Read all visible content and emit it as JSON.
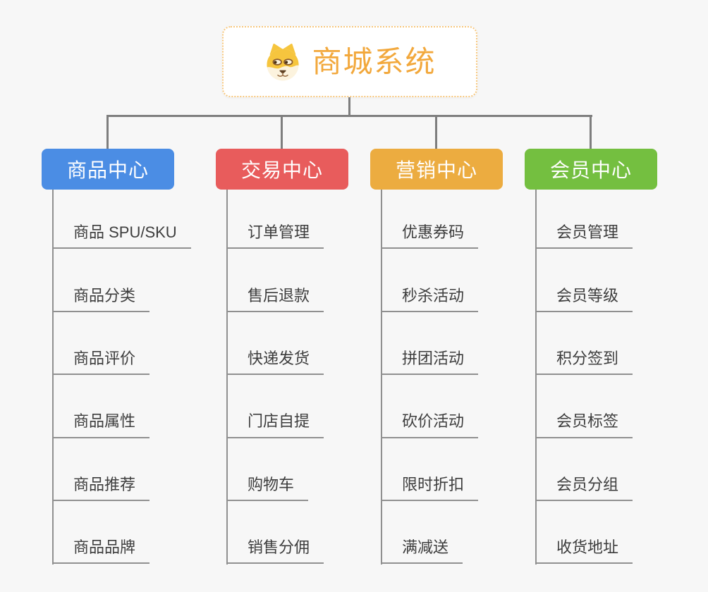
{
  "root": {
    "title": "商城系统",
    "icon": "shiba-dog-icon"
  },
  "branches": [
    {
      "label": "商品中心",
      "color": "#4b8de4",
      "items": [
        "商品 SPU/SKU",
        "商品分类",
        "商品评价",
        "商品属性",
        "商品推荐",
        "商品品牌"
      ]
    },
    {
      "label": "交易中心",
      "color": "#e85c5c",
      "items": [
        "订单管理",
        "售后退款",
        "快递发货",
        "门店自提",
        "购物车",
        "销售分佣"
      ]
    },
    {
      "label": "营销中心",
      "color": "#ecac40",
      "items": [
        "优惠券码",
        "秒杀活动",
        "拼团活动",
        "砍价活动",
        "限时折扣",
        "满减送"
      ]
    },
    {
      "label": "会员中心",
      "color": "#74bf40",
      "items": [
        "会员管理",
        "会员等级",
        "积分签到",
        "会员标签",
        "会员分组",
        "收货地址"
      ]
    }
  ],
  "palette": {
    "background": "#f7f7f7",
    "root_text": "#f2a83c",
    "root_border": "#f7c77d",
    "connector": "#7e7e7e",
    "sub_line": "#909090",
    "item_text": "#3d3d3d"
  }
}
